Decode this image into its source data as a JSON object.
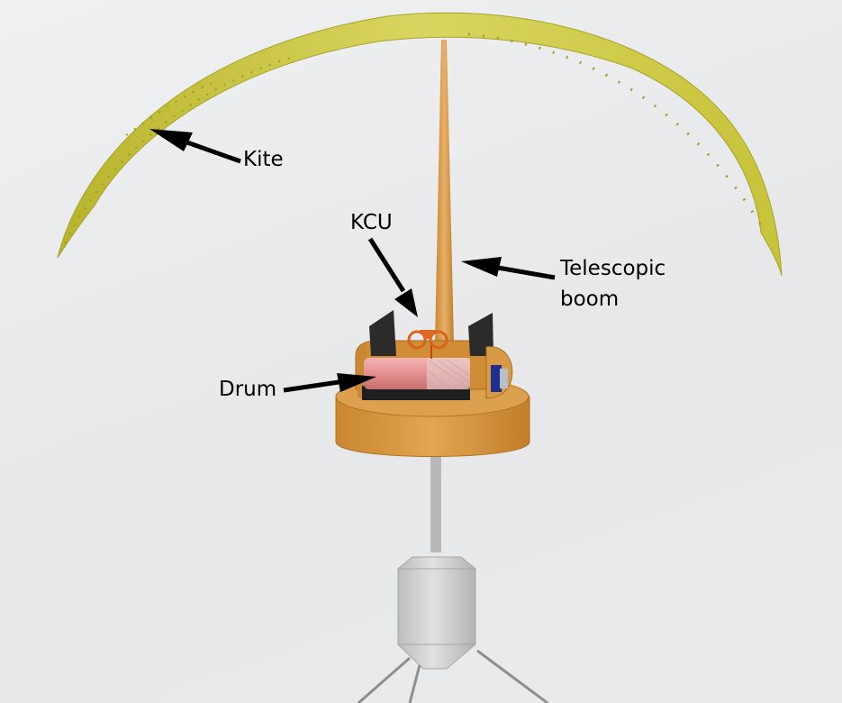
{
  "labels": {
    "kite": "Kite",
    "kcu": "KCU",
    "telescopic_boom": "Telescopic\nboom",
    "drum": "Drum"
  },
  "colors": {
    "kite": "#d4cf4a",
    "boom": "#d79a45",
    "platform": "#d8993e",
    "drum": "#e89a9a",
    "tower": "#d4d4d4",
    "arrow": "#000000"
  }
}
